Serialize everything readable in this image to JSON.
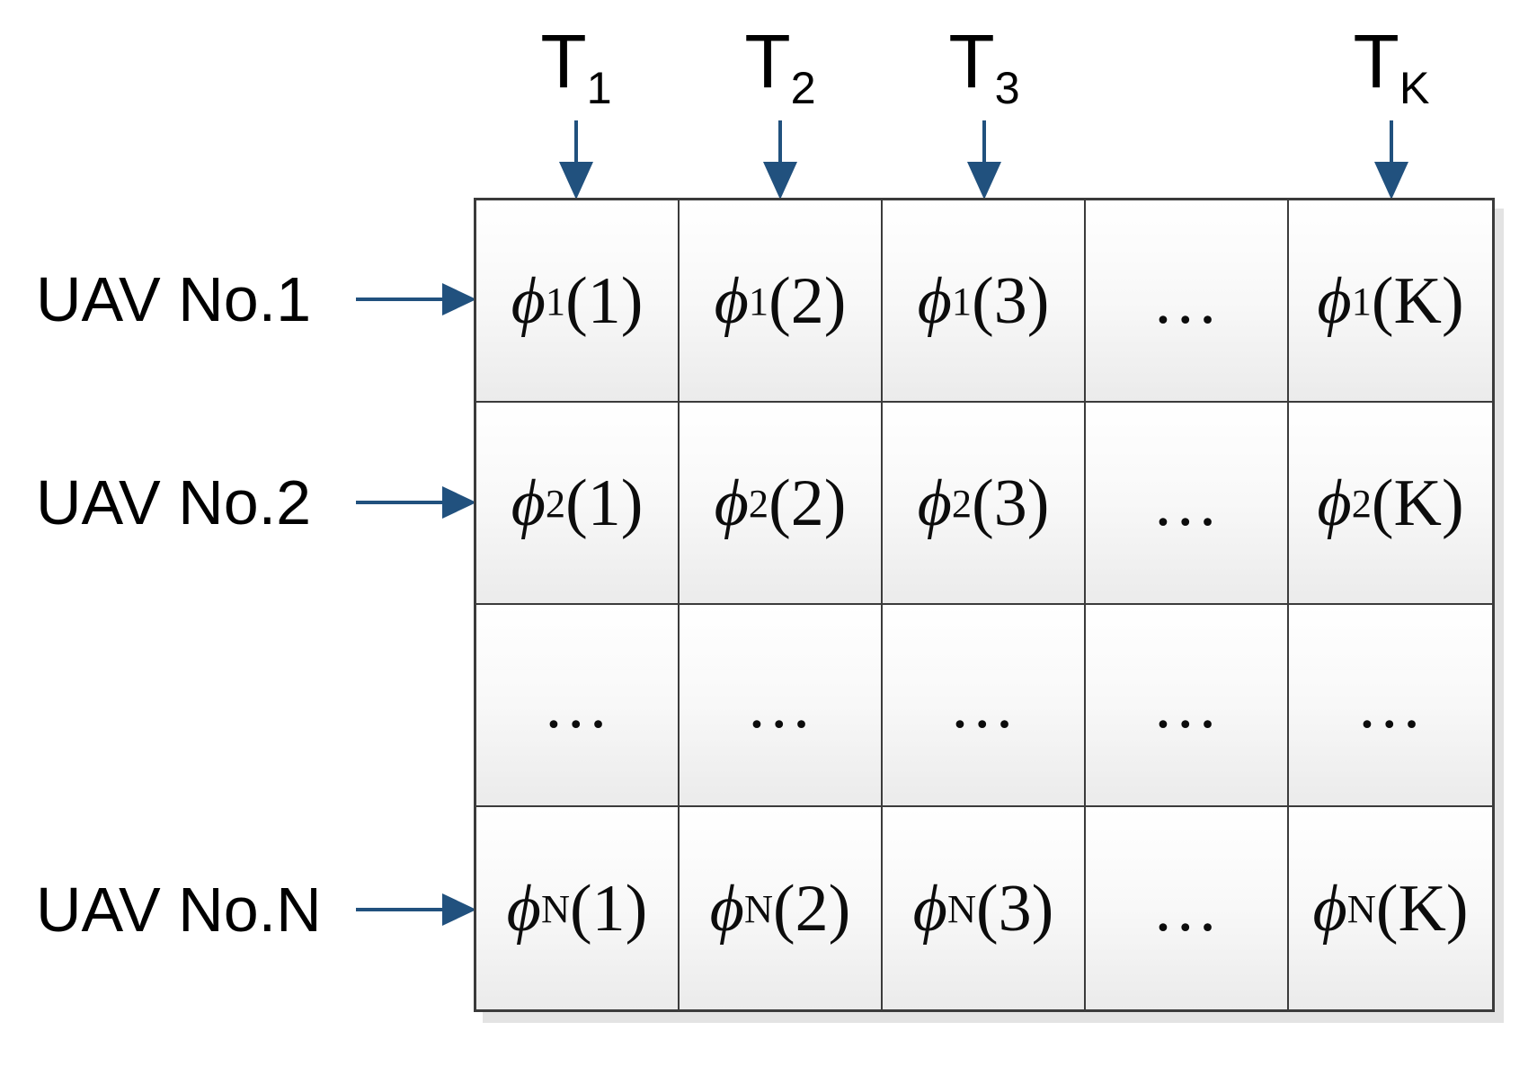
{
  "palette": {
    "arrow_blue": "#21517E",
    "grid_border_gray": "#3B3B3B",
    "cell_gradient_top": "#FFFFFF",
    "cell_gradient_bottom": "#EBEBEB",
    "shadow_gray": "#E3E3E3",
    "text_black": "#000000"
  },
  "column_headers": [
    {
      "base": "T",
      "sub": "1"
    },
    {
      "base": "T",
      "sub": "2"
    },
    {
      "base": "T",
      "sub": "3"
    },
    {
      "base": "T",
      "sub": "K"
    }
  ],
  "row_labels": [
    {
      "label": "UAV No.1"
    },
    {
      "label": "UAV No.2"
    },
    {
      "label": "UAV No.N"
    }
  ],
  "grid": {
    "rows": [
      {
        "cells": [
          {
            "base": "ϕ",
            "sub": "1",
            "arg": "(1)"
          },
          {
            "base": "ϕ",
            "sub": "1",
            "arg": "(2)"
          },
          {
            "base": "ϕ",
            "sub": "1",
            "arg": "(3)"
          },
          {
            "base": "…",
            "sub": "",
            "arg": ""
          },
          {
            "base": "ϕ",
            "sub": "1",
            "arg": "(K)"
          }
        ]
      },
      {
        "cells": [
          {
            "base": "ϕ",
            "sub": "2",
            "arg": "(1)"
          },
          {
            "base": "ϕ",
            "sub": "2",
            "arg": "(2)"
          },
          {
            "base": "ϕ",
            "sub": "2",
            "arg": "(3)"
          },
          {
            "base": "…",
            "sub": "",
            "arg": ""
          },
          {
            "base": "ϕ",
            "sub": "2",
            "arg": "(K)"
          }
        ]
      },
      {
        "cells": [
          {
            "base": "…",
            "sub": "",
            "arg": ""
          },
          {
            "base": "…",
            "sub": "",
            "arg": ""
          },
          {
            "base": "…",
            "sub": "",
            "arg": ""
          },
          {
            "base": "…",
            "sub": "",
            "arg": ""
          },
          {
            "base": "…",
            "sub": "",
            "arg": ""
          }
        ]
      },
      {
        "cells": [
          {
            "base": "ϕ",
            "sub": "N",
            "arg": "(1)"
          },
          {
            "base": "ϕ",
            "sub": "N",
            "arg": "(2)"
          },
          {
            "base": "ϕ",
            "sub": "N",
            "arg": "(3)"
          },
          {
            "base": "…",
            "sub": "",
            "arg": ""
          },
          {
            "base": "ϕ",
            "sub": "N",
            "arg": "(K)"
          }
        ]
      }
    ]
  }
}
